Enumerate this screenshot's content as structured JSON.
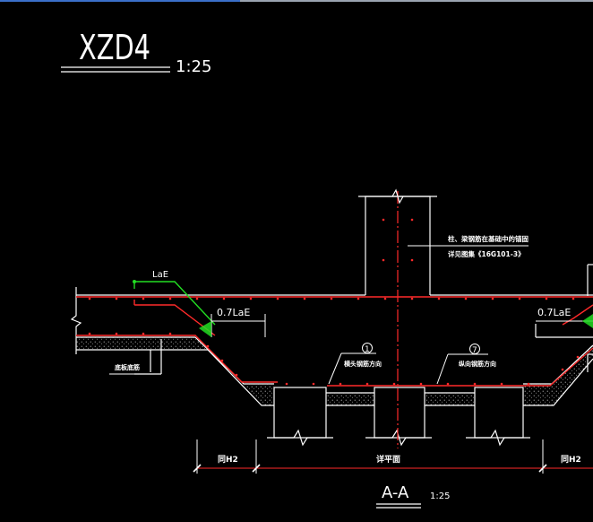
{
  "drawing": {
    "title": "XZD4",
    "title_scale": "1:25",
    "section_title": "A-A",
    "section_scale": "1:25",
    "labels": {
      "lae": "LaE",
      "lae07_left": "0.7LaE",
      "lae07_right": "0.7LaE",
      "note_line1": "柱、梁钢筋在基础中的锚固",
      "note_line2": "详见图集《16G101-3》",
      "callout1_num": "1",
      "callout1_text": "横头钢筋方向",
      "callout2_num": "7",
      "callout2_text": "纵向钢筋方向",
      "bottom_left_note": "底板底筋",
      "dim_left": "同H2",
      "dim_mid": "详平面",
      "dim_right": "同H2"
    },
    "colors": {
      "background": "#000000",
      "line": "#ffffff",
      "rebar": "#ff2a2a",
      "lae_leader": "#22dd22"
    }
  }
}
